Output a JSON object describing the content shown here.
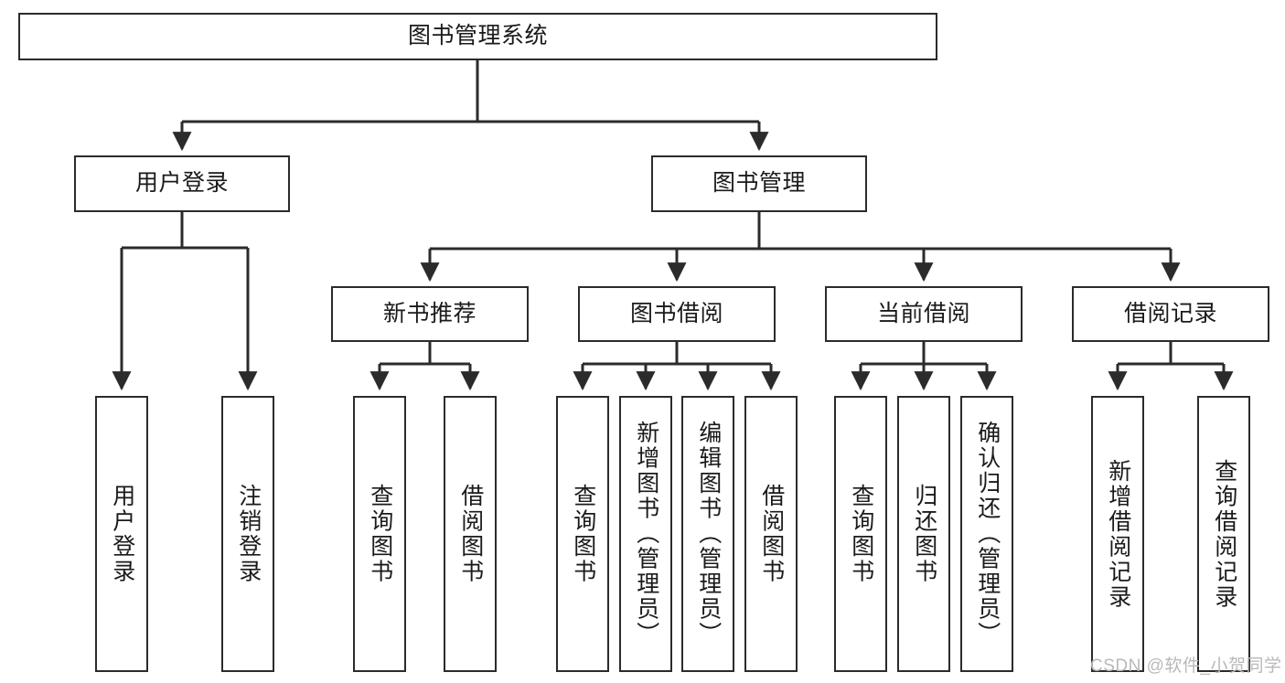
{
  "diagram": {
    "title": "图书管理系统",
    "type": "tree-hierarchy",
    "levels": 4,
    "nodes": {
      "root": {
        "label": "图书管理系统",
        "orientation": "horizontal"
      },
      "user_login": {
        "label": "用户登录",
        "orientation": "horizontal"
      },
      "book_manage": {
        "label": "图书管理",
        "orientation": "horizontal"
      },
      "new_book_rec": {
        "label": "新书推荐",
        "orientation": "horizontal"
      },
      "book_borrow": {
        "label": "图书借阅",
        "orientation": "horizontal"
      },
      "current_borrow": {
        "label": "当前借阅",
        "orientation": "horizontal"
      },
      "borrow_record": {
        "label": "借阅记录",
        "orientation": "horizontal"
      },
      "leaf_1": {
        "label": "用户登录",
        "orientation": "vertical"
      },
      "leaf_2": {
        "label": "注销登录",
        "orientation": "vertical"
      },
      "leaf_3": {
        "label": "查询图书",
        "orientation": "vertical"
      },
      "leaf_4": {
        "label": "借阅图书",
        "orientation": "vertical"
      },
      "leaf_5": {
        "label": "查询图书",
        "orientation": "vertical"
      },
      "leaf_6": {
        "label": "新增图书（管理员）",
        "orientation": "vertical"
      },
      "leaf_7": {
        "label": "编辑图书（管理员）",
        "orientation": "vertical"
      },
      "leaf_8": {
        "label": "借阅图书",
        "orientation": "vertical"
      },
      "leaf_9": {
        "label": "查询图书",
        "orientation": "vertical"
      },
      "leaf_10": {
        "label": "归还图书",
        "orientation": "vertical"
      },
      "leaf_11": {
        "label": "确认归还（管理员）",
        "orientation": "vertical"
      },
      "leaf_12": {
        "label": "新增借阅记录",
        "orientation": "vertical"
      },
      "leaf_13": {
        "label": "查询借阅记录",
        "orientation": "vertical"
      }
    },
    "edges": [
      {
        "from": "root",
        "to": "user_login"
      },
      {
        "from": "root",
        "to": "book_manage"
      },
      {
        "from": "user_login",
        "to": "leaf_1"
      },
      {
        "from": "user_login",
        "to": "leaf_2"
      },
      {
        "from": "book_manage",
        "to": "new_book_rec"
      },
      {
        "from": "book_manage",
        "to": "book_borrow"
      },
      {
        "from": "book_manage",
        "to": "current_borrow"
      },
      {
        "from": "book_manage",
        "to": "borrow_record"
      },
      {
        "from": "new_book_rec",
        "to": "leaf_3"
      },
      {
        "from": "new_book_rec",
        "to": "leaf_4"
      },
      {
        "from": "book_borrow",
        "to": "leaf_5"
      },
      {
        "from": "book_borrow",
        "to": "leaf_6"
      },
      {
        "from": "book_borrow",
        "to": "leaf_7"
      },
      {
        "from": "book_borrow",
        "to": "leaf_8"
      },
      {
        "from": "current_borrow",
        "to": "leaf_9"
      },
      {
        "from": "current_borrow",
        "to": "leaf_10"
      },
      {
        "from": "current_borrow",
        "to": "leaf_11"
      },
      {
        "from": "borrow_record",
        "to": "leaf_12"
      },
      {
        "from": "borrow_record",
        "to": "leaf_13"
      }
    ],
    "colors": {
      "border": "#2b2b2b",
      "background": "#ffffff",
      "text": "#1a1a1a",
      "watermark": "#b9b9b9"
    }
  },
  "watermark": {
    "text": "CSDN @软件_小贺同学"
  }
}
